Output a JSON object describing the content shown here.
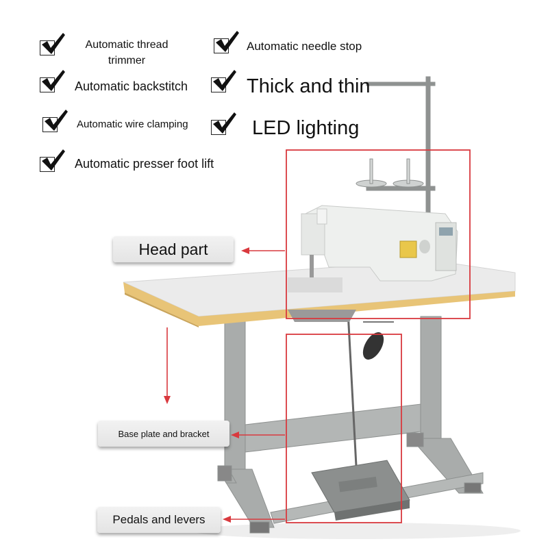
{
  "features": [
    {
      "id": "thread-trimmer",
      "label": "Automatic thread trimmer"
    },
    {
      "id": "needle-stop",
      "label": "Automatic needle stop"
    },
    {
      "id": "backstitch",
      "label": "Automatic backstitch"
    },
    {
      "id": "thick-thin",
      "label": "Thick and thin"
    },
    {
      "id": "wire-clamping",
      "label": "Automatic wire clamping"
    },
    {
      "id": "led-lighting",
      "label": "LED lighting"
    },
    {
      "id": "presser-foot-lift",
      "label": "Automatic presser foot lift"
    }
  ],
  "callouts": {
    "head": "Head part",
    "base": "Base plate and bracket",
    "pedals": "Pedals and levers"
  },
  "colors": {
    "highlight": "#d9393e",
    "table_top": "#ebebeb",
    "table_edge": "#e8c477",
    "frame": "#a9acab",
    "machine": "#eef0ee"
  }
}
